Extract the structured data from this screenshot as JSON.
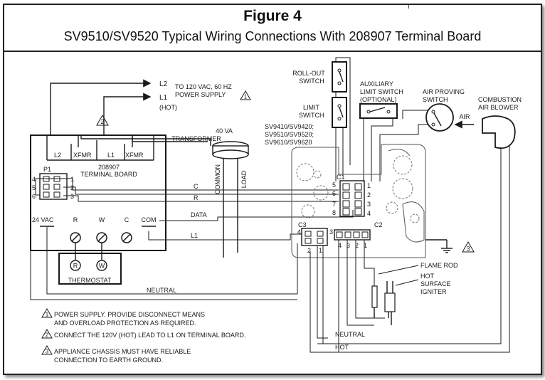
{
  "figure": {
    "title": "Figure 4",
    "subtitle": "SV9510/SV9520 Typical Wiring Connections  With 208907 Terminal Board"
  },
  "power": {
    "l2": "L2",
    "l1": "L1",
    "hot": "(HOT)",
    "supply_line1": "TO 120 VAC, 60 HZ",
    "supply_line2": "POWER SUPPLY",
    "note_marker": "1"
  },
  "transformer": {
    "line1": "40 VA",
    "line2": "TRANSFORMER",
    "common": "COMMON",
    "load": "LOAD",
    "note_marker": "2"
  },
  "terminal_board": {
    "top_labels": [
      "L2",
      "XFMR",
      "L1",
      "XFMR"
    ],
    "p1": "P1",
    "number": "208907",
    "name": "TERMINAL BOARD",
    "pins_left": [
      "4",
      "5",
      "6"
    ],
    "pins_right": [
      "1",
      "2",
      "3"
    ],
    "bottom_labels": [
      "24 VAC",
      "R",
      "W",
      "C",
      "COM"
    ]
  },
  "thermostat": {
    "r": "R",
    "w": "W",
    "label": "THERMOSTAT"
  },
  "wires": {
    "c": "C",
    "r": "R",
    "data": "DATA",
    "l1": "L1",
    "neutral": "NEUTRAL",
    "neutral2": "NEUTRAL",
    "hot": "HOT"
  },
  "switches": {
    "rollout_line1": "ROLL-OUT",
    "rollout_line2": "SWITCH",
    "limit_line1": "LIMIT",
    "limit_line2": "SWITCH",
    "models": [
      "SV9410/SV9420;",
      "SV9510/SV9520;",
      "SV9610/SV9620"
    ],
    "aux_line1": "AUXILIARY",
    "aux_line2": "LIMIT SWITCH",
    "aux_line3": "(OPTIONAL)",
    "apv_line1": "AIR PROVING",
    "apv_line2": "SWITCH",
    "blower_line1": "COMBUSTION",
    "blower_line2": "AIR BLOWER",
    "air": "AIR"
  },
  "connectors": {
    "c1": "C1",
    "c1_left": [
      "5",
      "6",
      "7",
      "8"
    ],
    "c1_right": [
      "1",
      "2",
      "3",
      "4"
    ],
    "c2": "C2",
    "c2_pins": [
      "4",
      "3",
      "2",
      "1"
    ],
    "c3": "C3",
    "c3_pins_top": [
      "4",
      "3"
    ],
    "c3_pins_bottom": [
      "2",
      "1"
    ]
  },
  "ground_marker": "3",
  "flame": {
    "rod": "FLAME ROD",
    "igniter_line1": "HOT",
    "igniter_line2": "SURFACE",
    "igniter_line3": "IGNITER"
  },
  "notes": [
    {
      "marker": "1",
      "line1": "POWER SUPPLY. PROVIDE DISCONNECT MEANS",
      "line2": "AND OVERLOAD PROTECTION AS REQUIRED."
    },
    {
      "marker": "2",
      "line1": "CONNECT THE 120V (HOT) LEAD TO L1 ON TERMINAL BOARD.",
      "line2": ""
    },
    {
      "marker": "3",
      "line1": "APPLIANCE CHASSIS MUST HAVE RELIABLE",
      "line2": "CONNECTION TO EARTH GROUND."
    }
  ]
}
